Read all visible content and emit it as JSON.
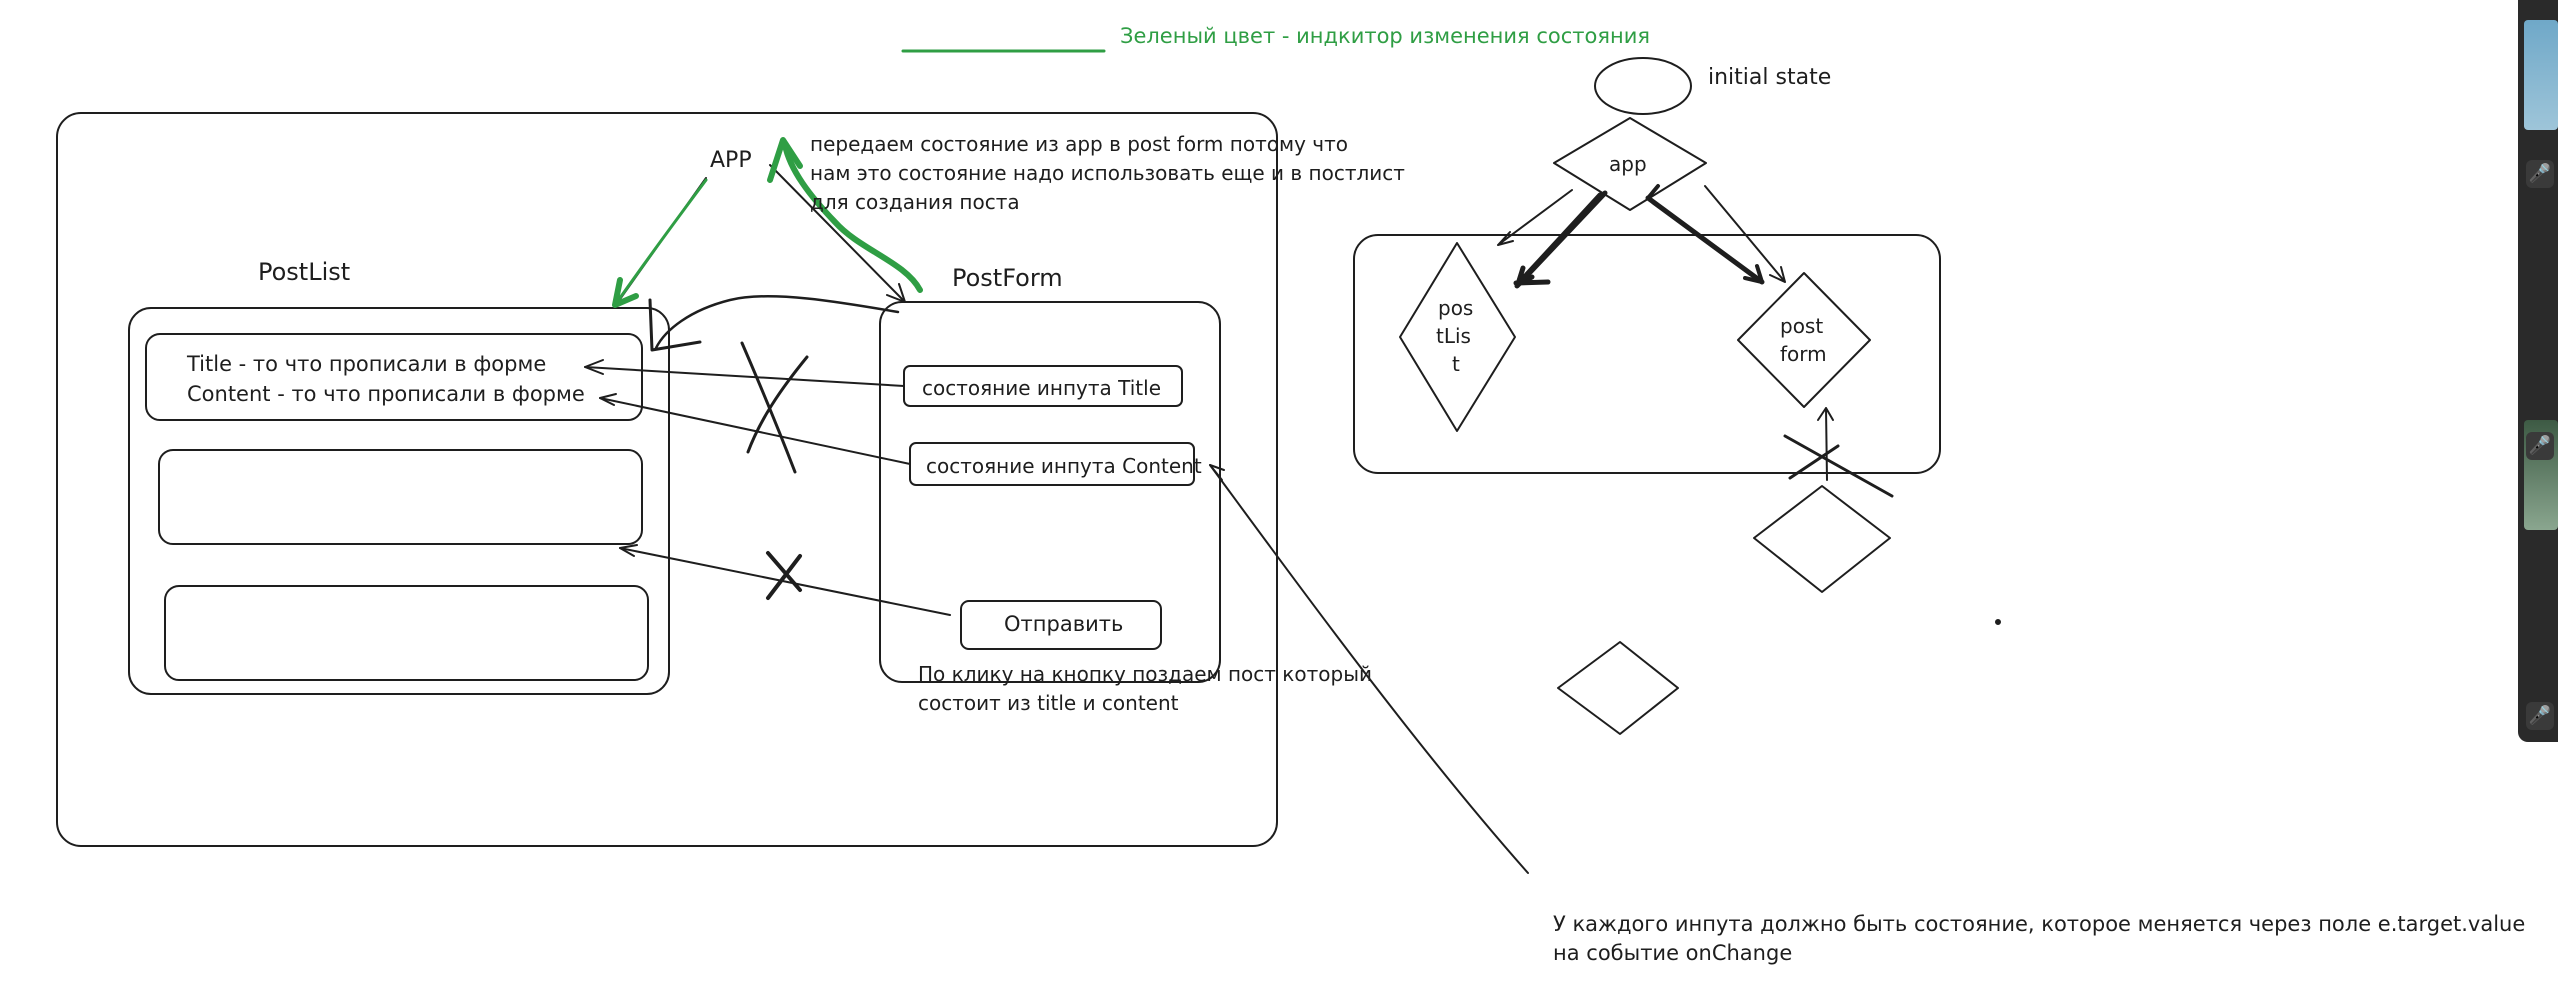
{
  "colors": {
    "ink": "#1e1e1e",
    "accent_green": "#2f9e44",
    "panel": "#2a2a2a",
    "mic_off": "#e5484d"
  },
  "legend": {
    "text": "Зеленый цвет - индкитор изменения состояния"
  },
  "labels": {
    "app": "APP",
    "postlist": "PostList",
    "postform": "PostForm",
    "initial_state": "initial state"
  },
  "note_app": {
    "line1": "передаем состояние из app в post form потому что",
    "line2": "нам это состояние надо использовать еще и в постлист",
    "line3": "для создания поста"
  },
  "postlist_card": {
    "title_line": "Title - то что прописали в форме",
    "content_line": "Content - то что прописали в форме"
  },
  "postform": {
    "title_input": "состояние инпута Title",
    "content_input": "состояние инпута Content",
    "submit_button": "Отправить"
  },
  "note_click": {
    "line1": "По клику на кнопку поздаем пост который",
    "line2": "состоит из title и content"
  },
  "tree": {
    "root": "app",
    "left_line1": "pos",
    "left_line2": "tLis",
    "left_line3": "t",
    "right_line1": "post",
    "right_line2": "form"
  },
  "note_bottom": {
    "line1": "У каждого инпута должно быть состояние, которое меняется через поле e.target.value",
    "line2": "на событие onChange"
  },
  "side_panel": {
    "icon": "mic-off-icon",
    "glyph": "🎤"
  }
}
